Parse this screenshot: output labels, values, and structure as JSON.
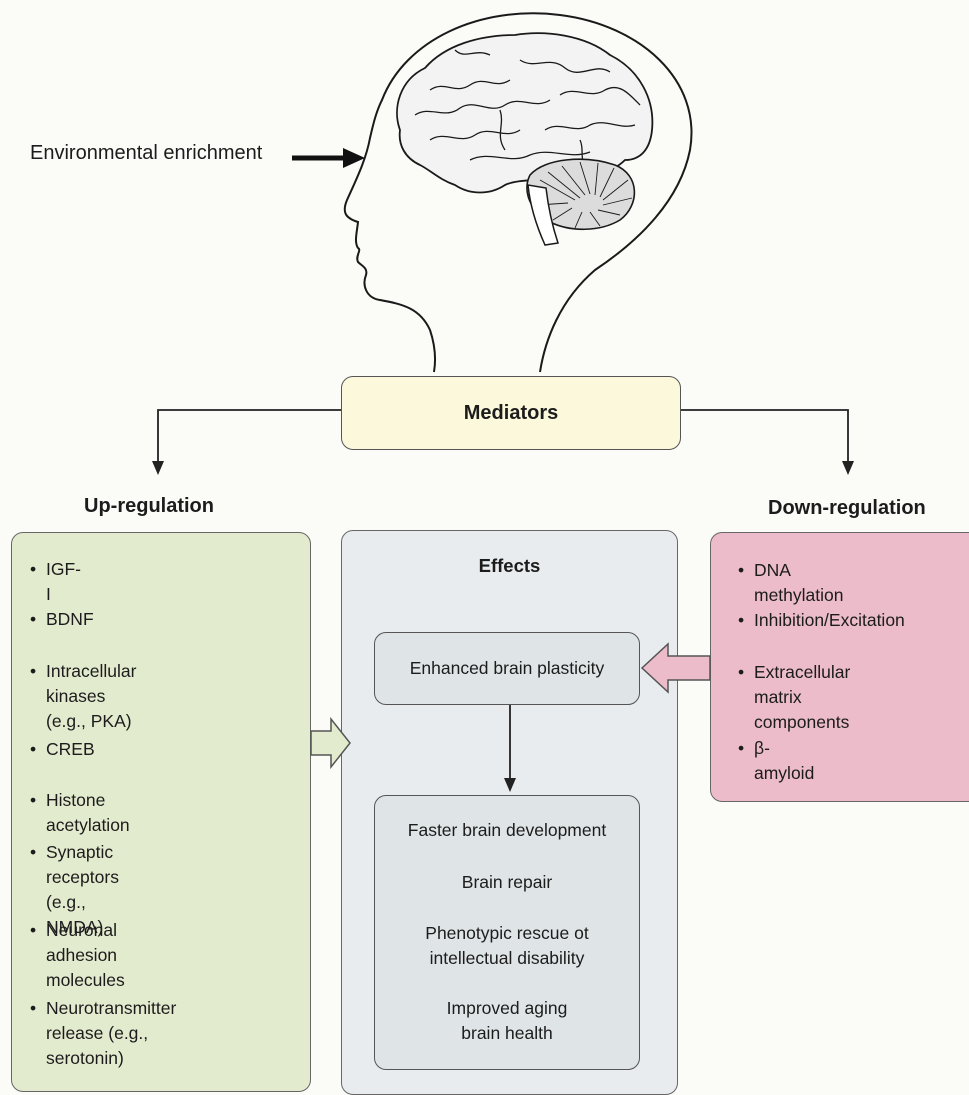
{
  "input_label": "Environmental enrichment",
  "mediators": {
    "label": "Mediators"
  },
  "up_regulation": {
    "title": "Up-regulation",
    "items": [
      "IGF-I",
      "BDNF",
      "Intracellular kinases\n(e.g., PKA)",
      "CREB",
      "Histone acetylation",
      "Synaptic receptors\n(e.g., NMDA)",
      "Neuronal adhesion\nmolecules",
      "Neurotransmitter\nrelease (e.g., serotonin)"
    ]
  },
  "down_regulation": {
    "title": "Down-regulation",
    "items": [
      "DNA methylation",
      "Inhibition/Excitation",
      "Extracellular matrix\ncomponents",
      "β-amyloid"
    ]
  },
  "effects": {
    "title": "Effects",
    "central": "Enhanced brain plasticity",
    "outcomes": [
      "Faster brain development",
      "Brain repair",
      "Phenotypic rescue ot\nintellectual disability",
      "Improved aging\nbrain health"
    ]
  },
  "colors": {
    "mediators_fill": "#fbf8dc",
    "up_regulation_fill": "#e3ebcf",
    "effects_fill": "#e9ecee",
    "down_regulation_fill": "#ecbccb"
  }
}
